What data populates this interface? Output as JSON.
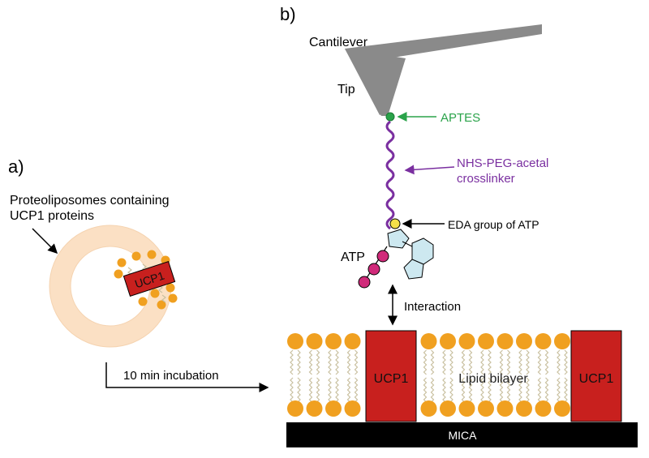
{
  "panel_a": {
    "label": "a)",
    "caption_line1": "Proteoliposomes containing",
    "caption_line2": "UCP1 proteins",
    "protein_label": "UCP1",
    "incubation_label": "10 min incubation"
  },
  "panel_b": {
    "label": "b)",
    "cantilever_label": "Cantilever",
    "tip_label": "Tip",
    "aptes_label": "APTES",
    "crosslinker_line1": "NHS-PEG-acetal",
    "crosslinker_line2": "crosslinker",
    "eda_label": "EDA group of ATP",
    "atp_label": "ATP",
    "interaction_label": "Interaction",
    "protein_left_label": "UCP1",
    "bilayer_label": "Lipid bilayer",
    "protein_right_label": "UCP1",
    "substrate_label": "MICA"
  },
  "colors": {
    "lipid_head": "#f0a020",
    "lipid_tail": "#c9c0a0",
    "protein": "#c8201e",
    "liposome_fill": "#fbe0c4",
    "cantilever": "#8a8a8a",
    "aptes": "#2aa34a",
    "linker": "#7a2fa0",
    "eda": "#f4e04a",
    "adenine": "#cde8f0",
    "phosphate": "#d02a7a",
    "mica": "#000000"
  }
}
